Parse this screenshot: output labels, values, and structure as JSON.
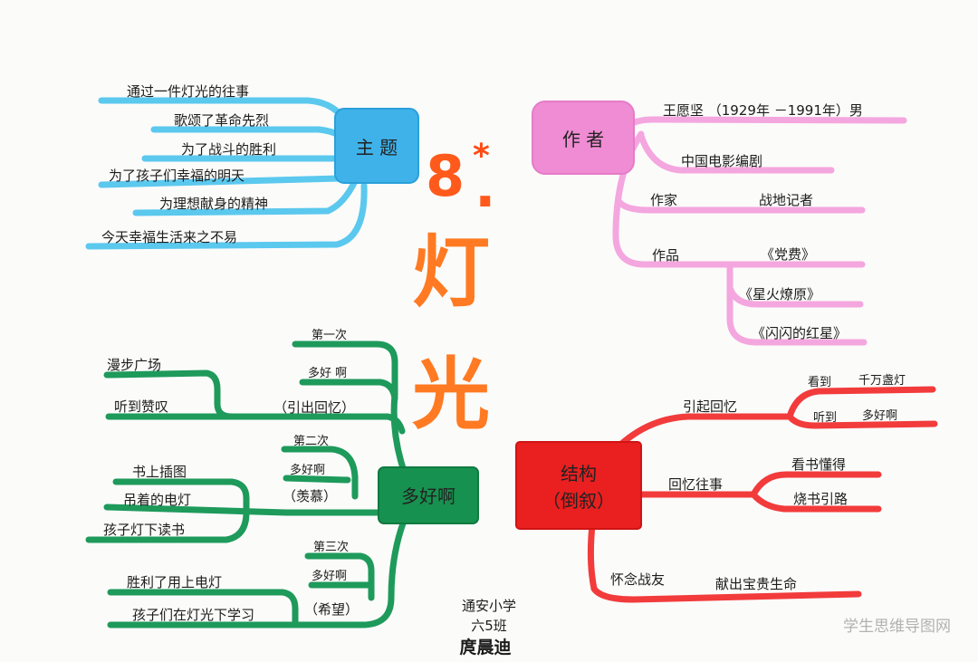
{
  "colors": {
    "theme": "#5bc8ee",
    "theme_box": "#3fb2ea",
    "author": "#f4a6df",
    "author_box": "#ef8cd3",
    "green": "#1e9a5b",
    "green_box": "#17914f",
    "red": "#f23b3b",
    "red_box": "#ea1f1f",
    "title": "#ff7a22"
  },
  "title": {
    "number": "8",
    "star": "*",
    "dot": ".",
    "char1": "灯",
    "char2": "光"
  },
  "theme": {
    "label": "主 题",
    "items": [
      "通过一件灯光的往事",
      "歌颂了革命先烈",
      "为了战斗的胜利",
      "为了孩子们幸福的明天",
      "为理想献身的精神",
      "今天幸福生活来之不易"
    ]
  },
  "author": {
    "label": "作 者",
    "name": "王愿坚 （1929年 －1991年）男",
    "role": "中国电影编剧",
    "zuojia_label": "作家",
    "zuojia_value": "战地记者",
    "works_label": "作品",
    "works": [
      "《党费》",
      "《星火燎原》",
      "《闪闪的红星》"
    ]
  },
  "duohaoa": {
    "label": "多好啊",
    "first": {
      "title": "第一次",
      "line": "多好 啊",
      "note": "（引出回忆）",
      "items": [
        "漫步广场",
        "听到赞叹"
      ]
    },
    "second": {
      "title": "第二次",
      "line": "多好啊",
      "note": "（羡慕）",
      "items": [
        "书上插图",
        "吊着的电灯",
        "孩子灯下读书"
      ]
    },
    "third": {
      "title": "第三次",
      "line": "多好啊",
      "note": "（希望）",
      "items": [
        "胜利了用上电灯",
        "孩子们在灯光下学习"
      ]
    }
  },
  "structure": {
    "label": "结构",
    "sublabel": "（倒叙）",
    "recall": {
      "label": "引起回忆",
      "see_label": "看到",
      "see_value": "千万盏灯",
      "hear_label": "听到",
      "hear_value": "多好啊"
    },
    "memory": {
      "label": "回忆往事",
      "items": [
        "看书懂得",
        "烧书引路"
      ]
    },
    "mourn": {
      "label": "怀念战友",
      "value": "献出宝贵生命"
    }
  },
  "signature": {
    "school": "通安小学",
    "class": "六5班",
    "name": "庹晨迪"
  },
  "watermark": "学生思维导图网"
}
